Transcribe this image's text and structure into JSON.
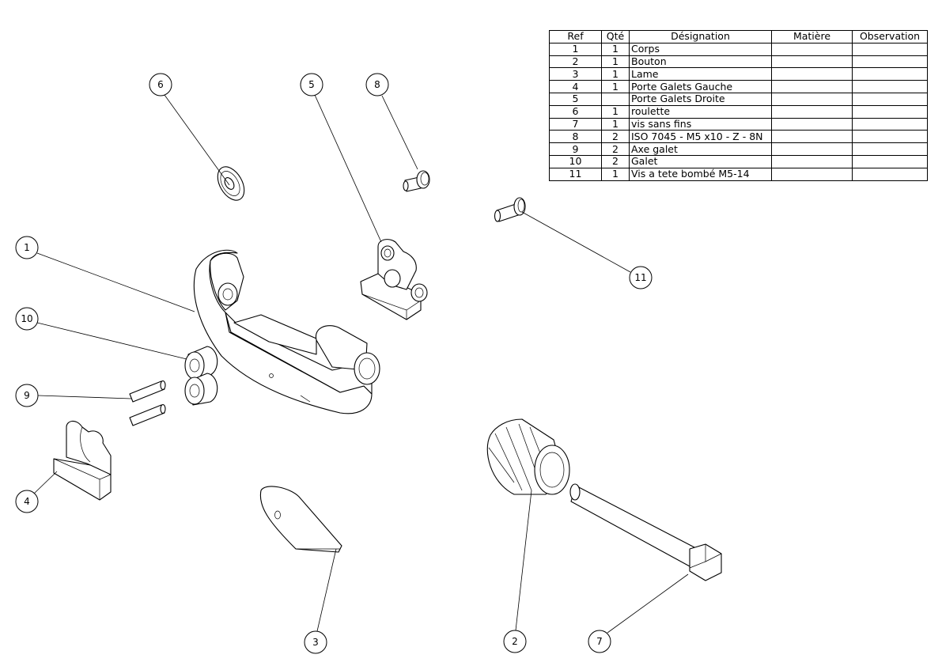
{
  "bom": {
    "headers": [
      "Ref",
      "Qté",
      "Désignation",
      "Matière",
      "Observation"
    ],
    "rows": [
      {
        "ref": "1",
        "qte": "1",
        "designation": "Corps",
        "matiere": "",
        "observation": ""
      },
      {
        "ref": "2",
        "qte": "1",
        "designation": "Bouton",
        "matiere": "",
        "observation": ""
      },
      {
        "ref": "3",
        "qte": "1",
        "designation": "Lame",
        "matiere": "",
        "observation": ""
      },
      {
        "ref": "4",
        "qte": "1",
        "designation": "Porte Galets Gauche",
        "matiere": "",
        "observation": ""
      },
      {
        "ref": "5",
        "qte": "",
        "designation": "Porte Galets Droite",
        "matiere": "",
        "observation": ""
      },
      {
        "ref": "6",
        "qte": "1",
        "designation": "roulette",
        "matiere": "",
        "observation": ""
      },
      {
        "ref": "7",
        "qte": "1",
        "designation": "vis sans fins",
        "matiere": "",
        "observation": ""
      },
      {
        "ref": "8",
        "qte": "2",
        "designation": "ISO 7045 - M5 x10 - Z - 8N",
        "matiere": "",
        "observation": ""
      },
      {
        "ref": "9",
        "qte": "2",
        "designation": "Axe galet",
        "matiere": "",
        "observation": ""
      },
      {
        "ref": "10",
        "qte": "2",
        "designation": "Galet",
        "matiere": "",
        "observation": ""
      },
      {
        "ref": "11",
        "qte": "1",
        "designation": "Vis a tete bombé M5-14",
        "matiere": "",
        "observation": ""
      }
    ]
  },
  "balloons": [
    {
      "ref": "1",
      "part": "corps"
    },
    {
      "ref": "2",
      "part": "bouton"
    },
    {
      "ref": "3",
      "part": "lame"
    },
    {
      "ref": "4",
      "part": "porte-galets-gauche"
    },
    {
      "ref": "5",
      "part": "porte-galets-droite"
    },
    {
      "ref": "6",
      "part": "roulette"
    },
    {
      "ref": "7",
      "part": "vis-sans-fins"
    },
    {
      "ref": "8",
      "part": "vis-iso-7045"
    },
    {
      "ref": "9",
      "part": "axe-galet"
    },
    {
      "ref": "10",
      "part": "galet"
    },
    {
      "ref": "11",
      "part": "vis-tete-bombee"
    }
  ]
}
